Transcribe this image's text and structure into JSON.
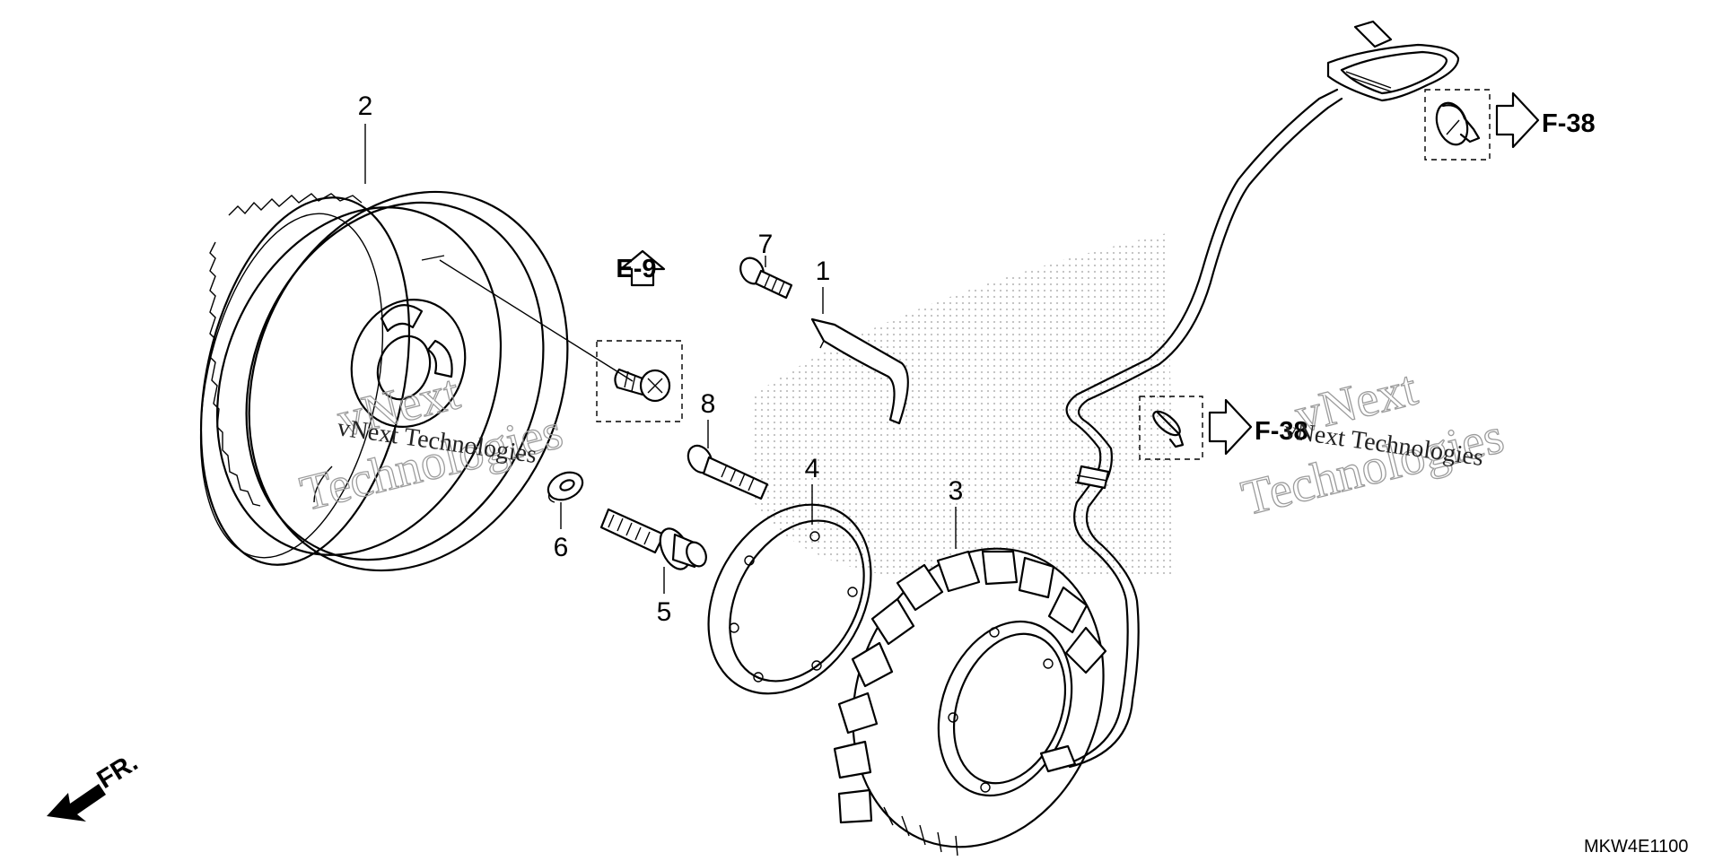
{
  "diagram": {
    "callouts": [
      "1",
      "2",
      "3",
      "4",
      "5",
      "6",
      "7",
      "8"
    ],
    "references": {
      "e9": "E-9",
      "f38_top": "F-38",
      "f38_mid": "F-38"
    },
    "front_label": "FR.",
    "part_code": "MKW4E1100",
    "watermark": {
      "line1": "vNext",
      "line2": "Technologies",
      "small": "vNext Technologies"
    },
    "parts": [
      "flywheel",
      "stator",
      "gasket",
      "wire-guide",
      "flange-bolt",
      "washer",
      "short-bolt",
      "long-bolt",
      "clamp-upper",
      "clamp-lower",
      "wire-harness"
    ]
  }
}
